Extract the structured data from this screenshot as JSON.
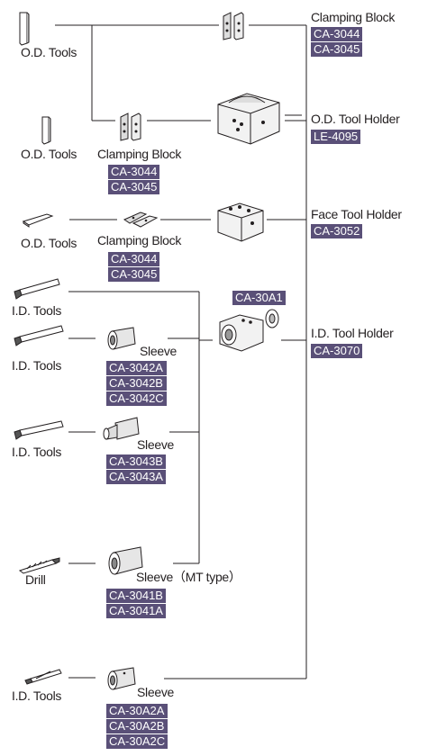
{
  "clamping_block_top": {
    "label": "Clamping Block",
    "codes": [
      "CA-3044",
      "CA-3045"
    ]
  },
  "od_tool_holder": {
    "label": "O.D. Tool Holder",
    "codes": [
      "LE-4095"
    ]
  },
  "face_tool_holder": {
    "label": "Face Tool Holder",
    "codes": [
      "CA-3052"
    ]
  },
  "id_tool_holder": {
    "label": "I.D. Tool Holder",
    "codes": [
      "CA-3070"
    ]
  },
  "adapter_code": "CA-30A1",
  "od_tools_1": "O.D. Tools",
  "od_tools_2": {
    "label": "O.D. Tools",
    "block_label": "Clamping Block",
    "codes": [
      "CA-3044",
      "CA-3045"
    ]
  },
  "od_tools_3": {
    "label": "O.D. Tools",
    "block_label": "Clamping Block",
    "codes": [
      "CA-3044",
      "CA-3045"
    ]
  },
  "id_tools_1": "I.D. Tools",
  "id_tools_2": {
    "label": "I.D. Tools",
    "sleeve_label": "Sleeve",
    "codes": [
      "CA-3042A",
      "CA-3042B",
      "CA-3042C"
    ]
  },
  "id_tools_3": {
    "label": "I.D. Tools",
    "sleeve_label": "Sleeve",
    "codes": [
      "CA-3043B",
      "CA-3043A"
    ]
  },
  "drill": {
    "label": "Drill",
    "sleeve_label": "Sleeve（MT type）",
    "codes": [
      "CA-3041B",
      "CA-3041A"
    ]
  },
  "id_tools_4": {
    "label": "I.D. Tools",
    "sleeve_label": "Sleeve",
    "codes": [
      "CA-30A2A",
      "CA-30A2B",
      "CA-30A2C"
    ]
  },
  "colors": {
    "code_bg": "#5a5078",
    "code_text": "#ffffff",
    "line": "#231f20"
  }
}
